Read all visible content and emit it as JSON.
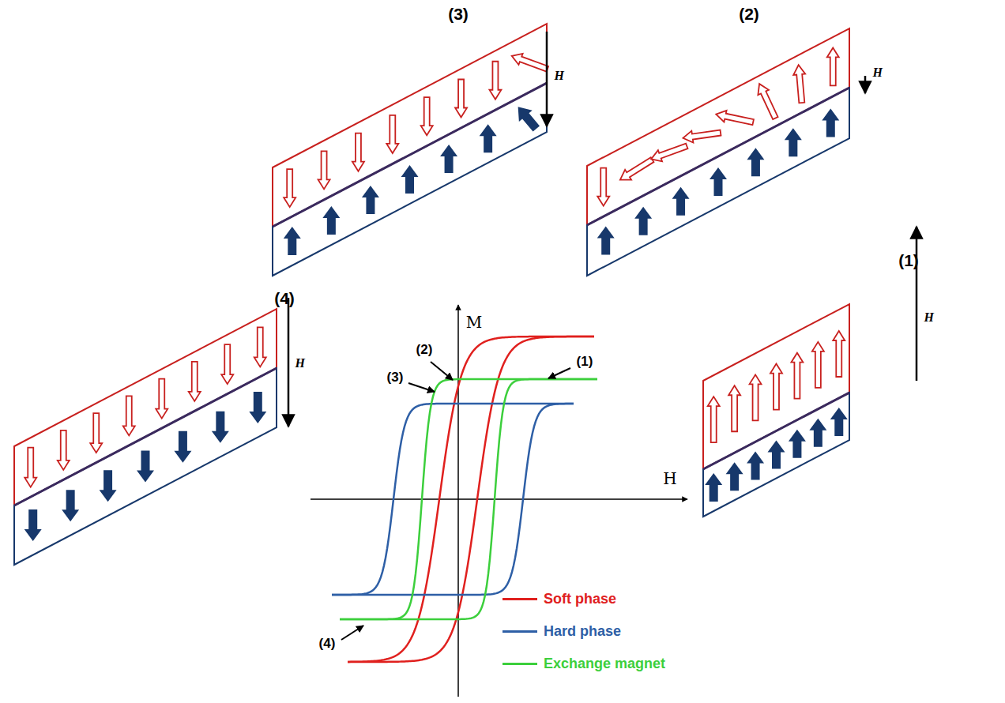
{
  "diagram": {
    "labels": [
      "(3)",
      "(2)",
      "(1)",
      "(4)",
      "H⃗",
      "H⃗",
      "H⃗",
      "H⃗",
      "M",
      "H",
      "(1)",
      "(2)",
      "(3)",
      "(4)"
    ],
    "legend": [
      {
        "text": "Soft phase",
        "color": "#e0201e"
      },
      {
        "text": "Hard phase",
        "color": "#2e5fa6"
      },
      {
        "text": "Exchange magnet",
        "color": "#3ccf3c"
      }
    ]
  }
}
